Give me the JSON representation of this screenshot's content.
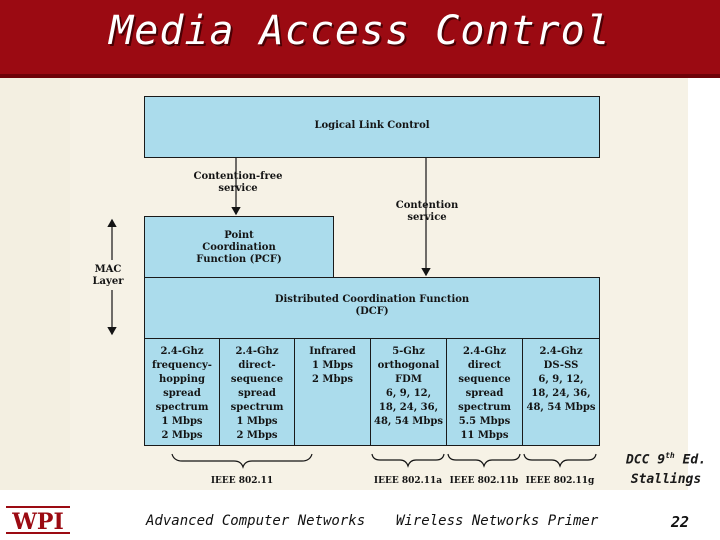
{
  "slide": {
    "title": "Media Access Control",
    "footer_left": "Advanced Computer Networks",
    "footer_center": "Wireless Networks Primer",
    "page_number": "22",
    "logo_text": "WPI",
    "credit_line1": "DCC 9",
    "credit_sup": "th",
    "credit_line1_end": " Ed.",
    "credit_line2": "Stallings"
  },
  "diagram": {
    "llc": "Logical Link Control",
    "contention_free": "Contention-free\nservice",
    "contention": "Contention\nservice",
    "pcf": "Point\nCoordination\nFunction (PCF)",
    "dcf": "Distributed Coordination Function\n(DCF)",
    "mac_layer": "MAC\nLayer",
    "phy_cells": [
      "2.4-Ghz\nfrequency-\nhopping\nspread\nspectrum\n1 Mbps\n2 Mbps",
      "2.4-Ghz\ndirect-\nsequence\nspread\nspectrum\n1 Mbps\n2 Mbps",
      "Infrared\n1 Mbps\n2 Mbps",
      "5-Ghz\northogonal\nFDM\n6, 9, 12,\n18, 24, 36,\n48, 54 Mbps",
      "2.4-Ghz\ndirect\nsequence\nspread\nspectrum\n5.5 Mbps\n11 Mbps",
      "2.4-Ghz\nDS-SS\n6, 9, 12,\n18, 24, 36,\n48, 54 Mbps"
    ],
    "standards": [
      "IEEE 802.11",
      "IEEE 802.11a",
      "IEEE 802.11b",
      "IEEE 802.11g"
    ]
  }
}
